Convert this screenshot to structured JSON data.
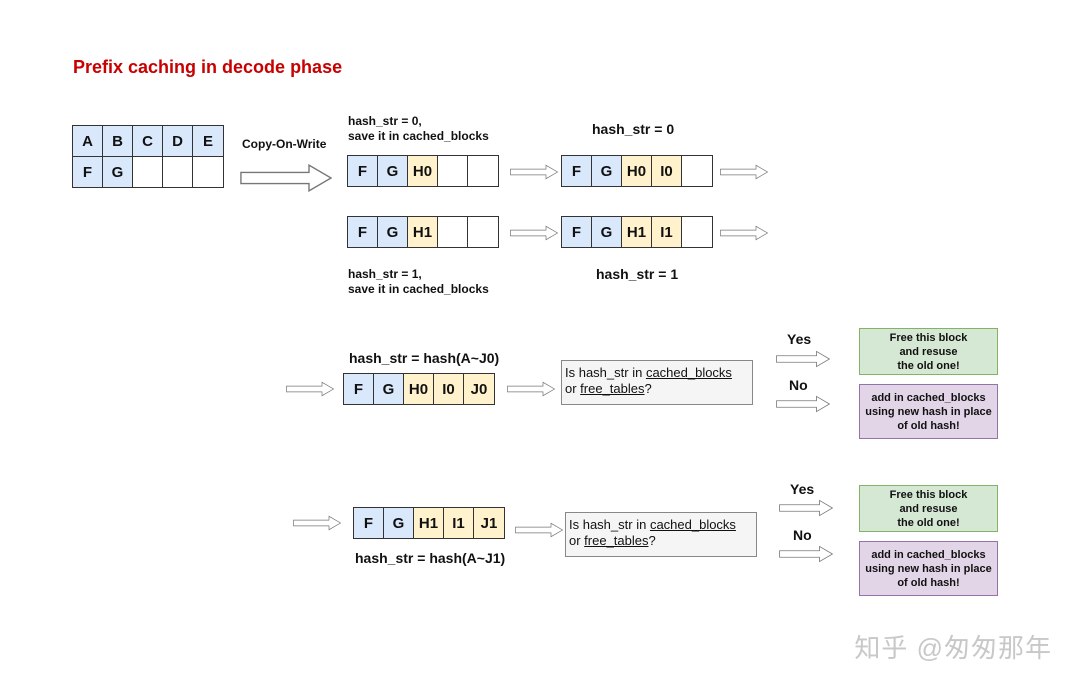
{
  "title": "Prefix caching in decode phase",
  "initial_block": {
    "row1": [
      "A",
      "B",
      "C",
      "D",
      "E"
    ],
    "row2": [
      "F",
      "G",
      "",
      "",
      ""
    ]
  },
  "copy_on_write_label": "Copy-On-Write",
  "top": {
    "branch0": {
      "note_line1": "hash_str = 0,",
      "note_line2": "save it in cached_blocks",
      "block_a": [
        "F",
        "G",
        "H0",
        "",
        ""
      ],
      "block_b": [
        "F",
        "G",
        "H0",
        "I0",
        ""
      ],
      "label_b": "hash_str = 0"
    },
    "branch1": {
      "note_line1": "hash_str = 1,",
      "note_line2": "save it in cached_blocks",
      "block_a": [
        "F",
        "G",
        "H1",
        "",
        ""
      ],
      "block_b": [
        "F",
        "G",
        "H1",
        "I1",
        ""
      ],
      "label_b": "hash_str = 1"
    }
  },
  "flows": [
    {
      "hash_label": "hash_str = hash(A~J0)",
      "block": [
        "F",
        "G",
        "H0",
        "I0",
        "J0"
      ],
      "question_pre": "Is hash_str in ",
      "question_u1": "cached_blocks",
      "question_mid": "or ",
      "question_u2": "free_tables",
      "question_post": "?",
      "yes_label": "Yes",
      "no_label": "No",
      "yes_result": [
        "Free this block",
        "and resuse",
        "the old one!"
      ],
      "no_result": [
        "add in cached_blocks",
        "using new hash in place",
        "of old hash!"
      ]
    },
    {
      "hash_label": "hash_str = hash(A~J1)",
      "block": [
        "F",
        "G",
        "H1",
        "I1",
        "J1"
      ],
      "question_pre": "Is hash_str in ",
      "question_u1": "cached_blocks",
      "question_mid": "or ",
      "question_u2": "free_tables",
      "question_post": "?",
      "yes_label": "Yes",
      "no_label": "No",
      "yes_result": [
        "Free this block",
        "and resuse",
        "the old one!"
      ],
      "no_result": [
        "add in cached_blocks",
        "using new hash in place",
        "of old hash!"
      ]
    }
  ],
  "watermark": "知乎 @匆匆那年",
  "colors": {
    "title": "#c80000",
    "blue_cell": "#dae8fc",
    "yellow_cell": "#fff2cc",
    "green_result": "#d5e8d4",
    "purple_result": "#e1d5e7"
  }
}
